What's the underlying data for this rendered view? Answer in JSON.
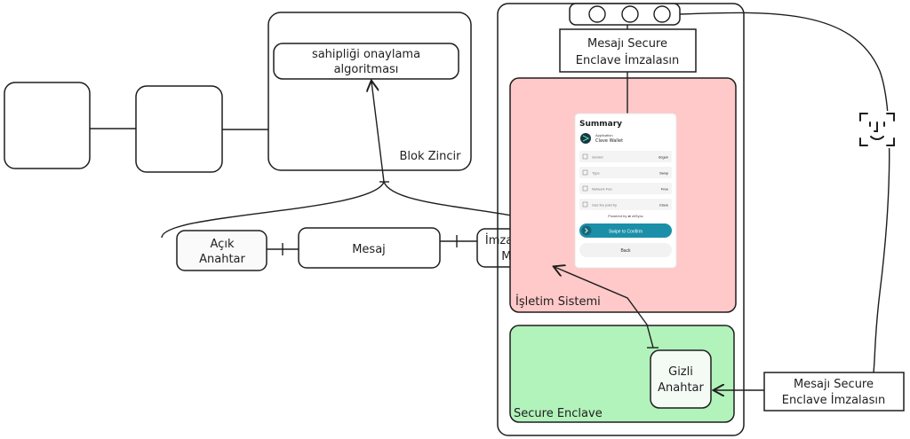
{
  "blockchain": {
    "algorithm_label_line1": "sahipliği onaylama",
    "algorithm_label_line2": "algoritması",
    "label": "Blok Zincir"
  },
  "message_row": {
    "public_key_line1": "Açık",
    "public_key_line2": "Anahtar",
    "message": "Mesaj",
    "signed_message_line1": "İmzalanmış",
    "signed_message_line2": "Mesaj"
  },
  "phone": {
    "top_note_line1": "Mesajı Secure",
    "top_note_line2": "Enclave İmzalasın",
    "os_label": "İşletim Sistemi",
    "enclave_label": "Secure Enclave",
    "private_key_line1": "Gizli",
    "private_key_line2": "Anahtar",
    "os_color": "#ffc9c9",
    "enclave_color": "#b2f2bb"
  },
  "right_note": {
    "line1": "Mesajı Secure",
    "line2": "Enclave İmzalasın"
  },
  "wallet_ui": {
    "title": "Summary",
    "app_caption": "Application",
    "app_name": "Clave Wallet",
    "rows": [
      {
        "icon": "user-icon",
        "label": "Sender",
        "value": "dogan"
      },
      {
        "icon": "swap-icon",
        "label": "Type",
        "value": "Swap"
      },
      {
        "icon": "network-icon",
        "label": "Network Fee",
        "value": "Free"
      },
      {
        "icon": "gas-icon",
        "label": "Gas fee paid by",
        "value": "Clave"
      }
    ],
    "powered_by": "Powered by ⇄ zkSync",
    "confirm_label": "Swipe to Confirm",
    "back_label": "Back",
    "accent": "#1b8fa8"
  }
}
